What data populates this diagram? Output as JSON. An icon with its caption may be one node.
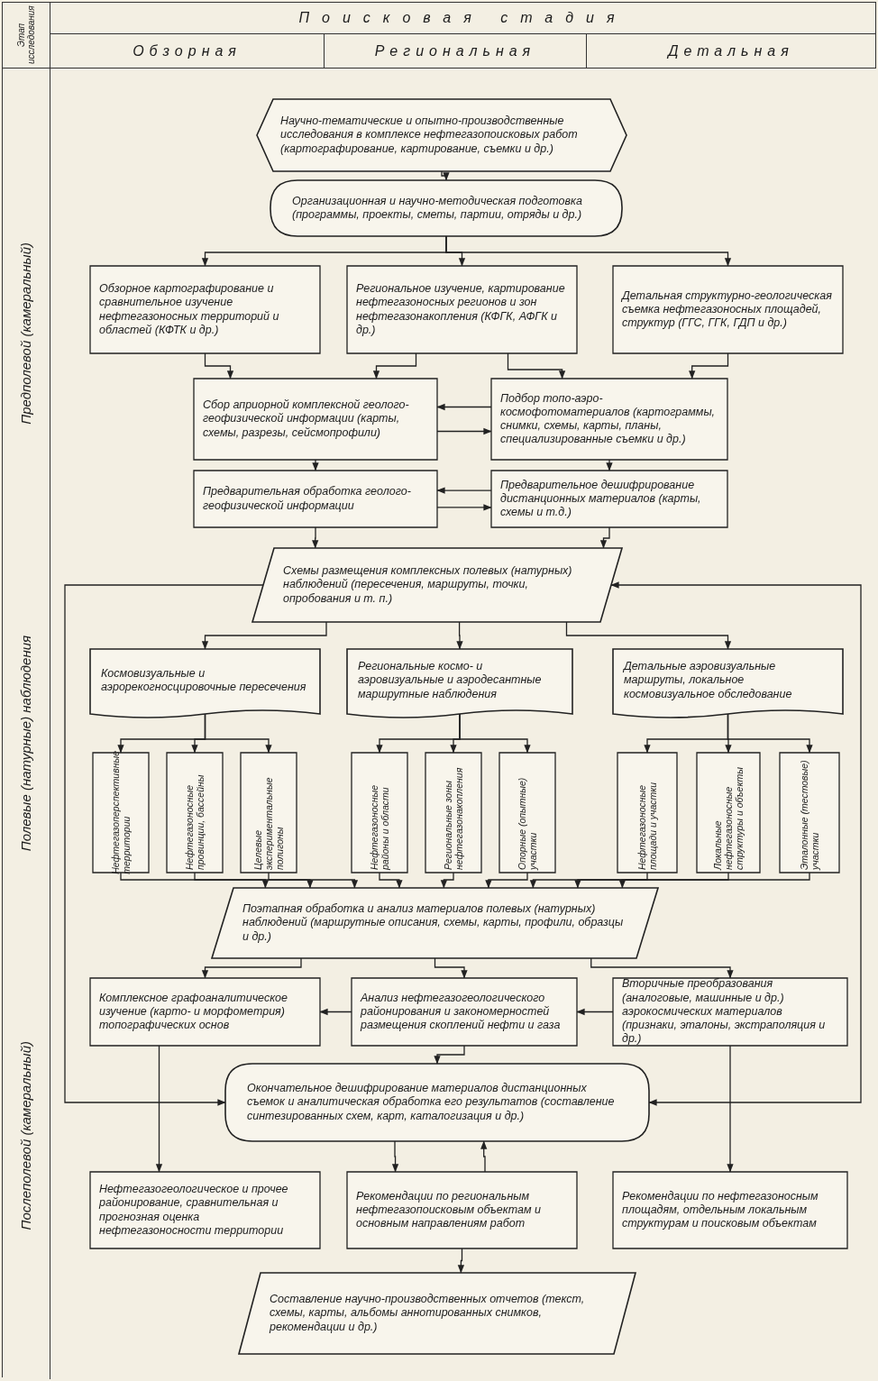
{
  "diagram": {
    "title": "Поисковая стадия",
    "nodes": [
      {
        "text": [
          "Научно-тематические и опытно-производственные исследования в комплексе нефтегазопоисковых работ (картографирование, картирование, съемки и др.)"
        ]
      },
      {
        "text": [
          "Организационная и научно-методическая подготовка (программы, проекты, сметы, партии, отряды и др.)"
        ]
      },
      {
        "text": [
          "Обзорное картографирование и сравнительное изучение нефтегазоносных территорий и областей (КФТК и др.)"
        ]
      },
      {
        "text": [
          "Региональное изучение, картирование нефтегазоносных регионов и зон нефтегазонакопления (КФГК, АФГК и др.)"
        ]
      },
      {
        "text": [
          "Детальная структурно-геологическая съемка нефтегазоносных площадей, структур (ГГС, ГГК, ГДП и др.)"
        ]
      },
      {
        "text": [
          "Сбор априорной комплексной геолого-геофизической информации (карты, схемы, разрезы, сейсмопрофили)"
        ]
      },
      {
        "text": [
          "Подбор топо-аэро-космофотоматериалов (картограммы, снимки, схемы, карты, планы, специализированные съемки и др.)"
        ]
      },
      {
        "text": [
          "Предварительная обработка геолого-геофизической информации"
        ]
      },
      {
        "text": [
          "Предварительное дешифрирование дистанционных материалов (карты, схемы и т.д.)"
        ]
      },
      {
        "text": [
          "Схемы размещения комплексных полевых (натурных) наблюдений (пересечения, маршруты, точки, опробования и т. п.)"
        ]
      },
      {
        "text": [
          "Космовизуальные и аэрорекогносцировочные пересечения"
        ]
      },
      {
        "text": [
          "Региональные космо- и аэровизуальные и аэродесантные маршрутные наблюдения"
        ]
      },
      {
        "text": [
          "Детальные аэровизуальные маршруты, локальное космовизуальное обследование"
        ]
      },
      {
        "text": [
          "Нефтегазоперспективные территории"
        ]
      },
      {
        "text": [
          "Нефтегазоносные провинции, бассейны"
        ]
      },
      {
        "text": [
          "Целевые экспериментальные полигоны"
        ]
      },
      {
        "text": [
          "Нефтегазоносные районы и области"
        ]
      },
      {
        "text": [
          "Региональные зоны нефтегазонакопления"
        ]
      },
      {
        "text": [
          "Опорные (опытные) участки"
        ]
      },
      {
        "text": [
          "Нефтегазоносные площади и участки"
        ]
      },
      {
        "text": [
          "Локальные нефтегазоносные структуры и объекты"
        ]
      },
      {
        "text": [
          "Эталонные (тестовые) участки"
        ]
      },
      {
        "text": [
          "Поэтапная обработка и анализ материалов полевых (натурных) наблюдений (маршрутные описания, схемы, карты, профили, образцы и др.)"
        ]
      },
      {
        "text": [
          "Комплексное графоаналитическое изучение (карто- и морфометрия) топографических основ"
        ]
      },
      {
        "text": [
          "Анализ нефтегазогеологического районирования и закономерностей размещения скоплений нефти и газа"
        ]
      },
      {
        "text": [
          "Вторичные преобразования (аналоговые, машинные и др.) аэрокосмических материалов (признаки, эталоны, экстраполяция и др.)"
        ]
      },
      {
        "text": [
          "Окончательное дешифрирование материалов дистанционных съемок и аналитическая обработка его результатов (составление синтезированных схем, карт, каталогизация и др.)"
        ]
      },
      {
        "text": [
          "Нефтегазогеологическое и прочее районирование, сравнительная и прогнозная оценка нефтегазоносности территории"
        ]
      },
      {
        "text": [
          "Рекомендации по региональным нефтегазопоисковым объектам и основным направлениям работ"
        ]
      },
      {
        "text": [
          "Рекомендации по нефтегазоносным площадям, отдельным локальным структурам и поисковым объектам"
        ]
      },
      {
        "text": [
          "Составление научно-производственных отчетов (текст, схемы, карты, альбомы аннотированных снимков, рекомендации и др.)"
        ]
      }
    ],
    "edges": [
      {
        "from": 0,
        "to": 1,
        "arrow": "to"
      },
      {
        "from": 1,
        "to": 2,
        "arrow": "to"
      },
      {
        "from": 1,
        "to": 3,
        "arrow": "to"
      },
      {
        "from": 1,
        "to": 4,
        "arrow": "to"
      },
      {
        "from": 2,
        "to": 5,
        "arrow": "to"
      },
      {
        "from": 3,
        "to": 5,
        "arrow": "to"
      },
      {
        "from": 3,
        "to": 6,
        "arrow": "to"
      },
      {
        "from": 4,
        "to": 6,
        "arrow": "to"
      },
      {
        "from": 6,
        "to": 5,
        "arrow": "to"
      },
      {
        "from": 5,
        "to": 6,
        "arrow": "to"
      },
      {
        "from": 5,
        "to": 7,
        "arrow": "to"
      },
      {
        "from": 6,
        "to": 8,
        "arrow": "to"
      },
      {
        "from": 8,
        "to": 7,
        "arrow": "to"
      },
      {
        "from": 7,
        "to": 8,
        "arrow": "to"
      },
      {
        "from": 7,
        "to": 9,
        "arrow": "to"
      },
      {
        "from": 8,
        "to": 9,
        "arrow": "to"
      },
      {
        "from": 9,
        "to": 10,
        "arrow": "to"
      },
      {
        "from": 9,
        "to": 11,
        "arrow": "to"
      },
      {
        "from": 9,
        "to": 12,
        "arrow": "to"
      },
      {
        "from": 10,
        "to": 13,
        "arrow": "to"
      },
      {
        "from": 10,
        "to": 14,
        "arrow": "to"
      },
      {
        "from": 10,
        "to": 15,
        "arrow": "to"
      },
      {
        "from": 11,
        "to": 16,
        "arrow": "to"
      },
      {
        "from": 11,
        "to": 17,
        "arrow": "to"
      },
      {
        "from": 11,
        "to": 18,
        "arrow": "to"
      },
      {
        "from": 12,
        "to": 19,
        "arrow": "to"
      },
      {
        "from": 12,
        "to": 20,
        "arrow": "to"
      },
      {
        "from": 12,
        "to": 21,
        "arrow": "to"
      },
      {
        "from": 13,
        "to": 22,
        "arrow": "to"
      },
      {
        "from": 14,
        "to": 22,
        "arrow": "to"
      },
      {
        "from": 15,
        "to": 22,
        "arrow": "to"
      },
      {
        "from": 16,
        "to": 22,
        "arrow": "to"
      },
      {
        "from": 17,
        "to": 22,
        "arrow": "to"
      },
      {
        "from": 18,
        "to": 22,
        "arrow": "to"
      },
      {
        "from": 19,
        "to": 22,
        "arrow": "to"
      },
      {
        "from": 20,
        "to": 22,
        "arrow": "to"
      },
      {
        "from": 21,
        "to": 22,
        "arrow": "to"
      },
      {
        "from": 22,
        "to": 23,
        "arrow": "to"
      },
      {
        "from": 22,
        "to": 24,
        "arrow": "to"
      },
      {
        "from": 22,
        "to": 25,
        "arrow": "to"
      },
      {
        "from": 24,
        "to": 23,
        "arrow": "to"
      },
      {
        "from": 25,
        "to": 24,
        "arrow": "to"
      },
      {
        "from": 24,
        "to": 26,
        "arrow": "to"
      },
      {
        "from": 9,
        "to": 26,
        "arrow": "to"
      },
      {
        "from": 26,
        "to": 9,
        "arrow": "both"
      },
      {
        "from": 23,
        "to": 27,
        "arrow": "to"
      },
      {
        "from": 26,
        "to": 28,
        "arrow": "to"
      },
      {
        "from": 28,
        "to": 26,
        "arrow": "to"
      },
      {
        "from": 25,
        "to": 29,
        "arrow": "to"
      },
      {
        "from": 28,
        "to": 30,
        "arrow": "to"
      }
    ],
    "labels": [
      "Этап исследования",
      "Обзорная",
      "Региональная",
      "Детальная",
      "Предполевой (камеральный)",
      "Полевые (натурные) наблюдения",
      "Послеполевой (камеральный)"
    ]
  }
}
